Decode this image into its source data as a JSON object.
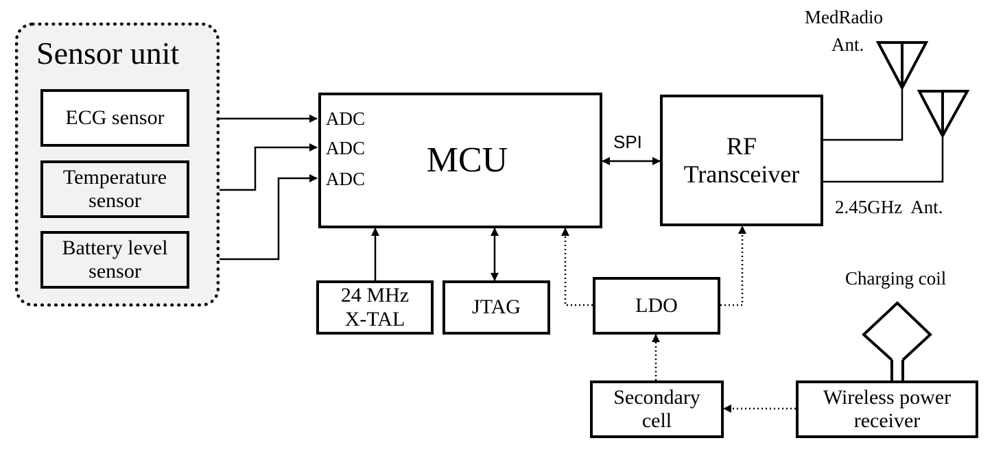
{
  "sensor_unit": {
    "title": "Sensor unit",
    "sensors": [
      {
        "line1": "ECG sensor"
      },
      {
        "line1": "Temperature",
        "line2": "sensor"
      },
      {
        "line1": "Battery level",
        "line2": "sensor"
      }
    ]
  },
  "mcu": {
    "label": "MCU",
    "adc_labels": [
      "ADC",
      "ADC",
      "ADC"
    ]
  },
  "rf": {
    "line1": "RF",
    "line2": "Transceiver"
  },
  "spi_label": "SPI",
  "xtal": {
    "line1": "24 MHz",
    "line2": "X-TAL"
  },
  "jtag": {
    "label": "JTAG"
  },
  "ldo": {
    "label": "LDO"
  },
  "secondary_cell": {
    "line1": "Secondary",
    "line2": "cell"
  },
  "wireless_power": {
    "line1": "Wireless power",
    "line2": "receiver"
  },
  "antennas": {
    "medradio_line1": "MedRadio",
    "medradio_line2": "Ant.",
    "ghz_label": "2.45GHz  Ant."
  },
  "charging_coil_label": "Charging coil",
  "colors": {
    "stroke": "#000000",
    "sensor_fill": "#f2f2f2",
    "block_fill": "#ffffff"
  }
}
